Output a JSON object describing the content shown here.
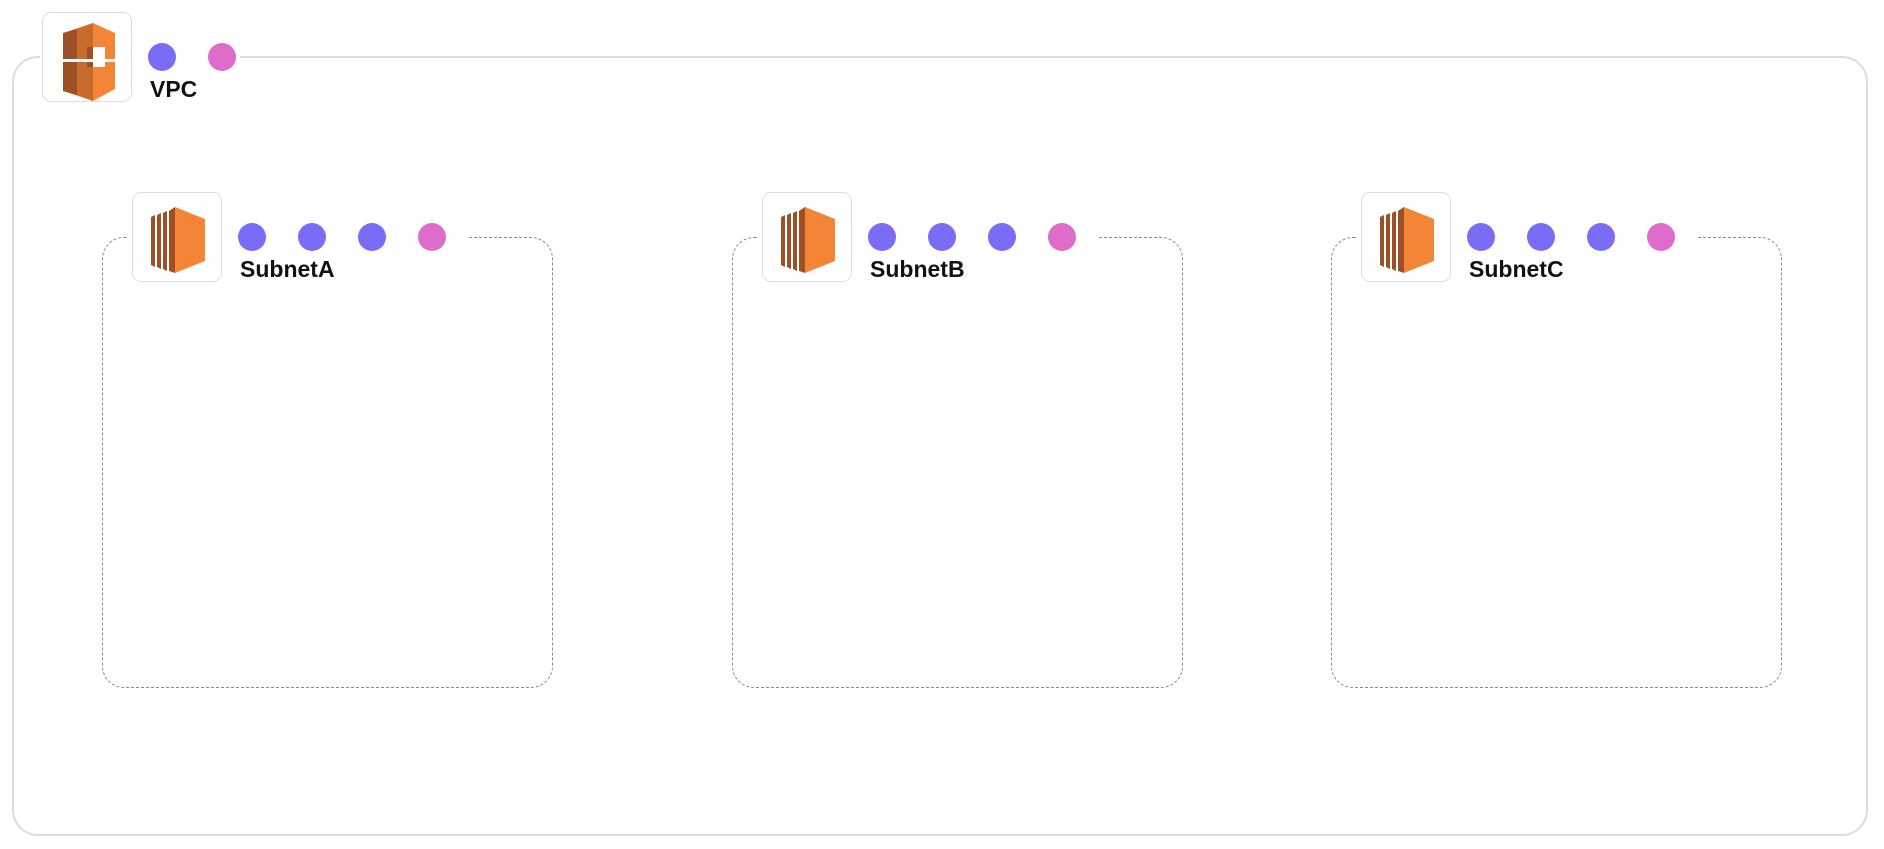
{
  "vpc": {
    "label": "VPC",
    "icon": "vpc-icon",
    "dots": [
      {
        "kind": "property",
        "color": "#7B6CF6"
      },
      {
        "kind": "link",
        "color": "#DD6CCB"
      }
    ]
  },
  "subnets": [
    {
      "label": "SubnetA",
      "icon": "ec2-icon"
    },
    {
      "label": "SubnetB",
      "icon": "ec2-icon"
    },
    {
      "label": "SubnetC",
      "icon": "ec2-icon"
    }
  ],
  "subnet_dots": [
    {
      "kind": "property",
      "color": "#7B6CF6"
    },
    {
      "kind": "property",
      "color": "#7B6CF6"
    },
    {
      "kind": "property",
      "color": "#7B6CF6"
    },
    {
      "kind": "link",
      "color": "#DD6CCB"
    }
  ],
  "colors": {
    "property_dot": "#7B6CF6",
    "link_dot": "#DD6CCB",
    "icon_orange": "#F58536",
    "icon_dark": "#9D5025"
  }
}
